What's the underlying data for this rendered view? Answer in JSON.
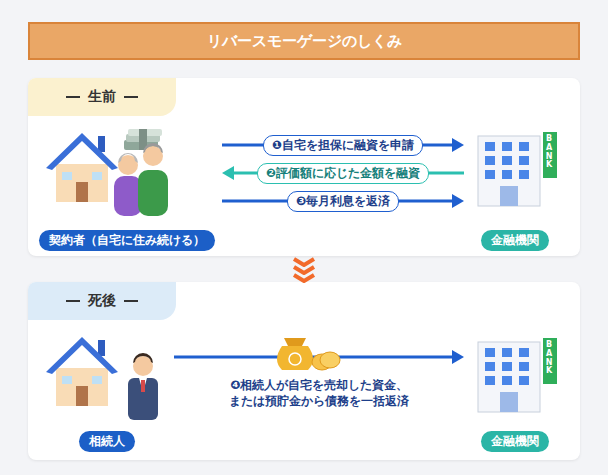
{
  "diagram": {
    "title": "リバースモーゲージのしくみ",
    "nodes": [
      {
        "text": [
          "生前"
        ]
      },
      {
        "text": [
          "契約者（自宅に住み続ける）"
        ],
        "in": 0
      },
      {
        "text": [
          "金融機関"
        ],
        "in": 0
      },
      {
        "text": [
          "死後"
        ]
      },
      {
        "text": [
          "相続人"
        ],
        "in": 3
      },
      {
        "text": [
          "金融機関"
        ],
        "in": 3
      }
    ],
    "edges": [
      {
        "from": 1,
        "to": 2,
        "arrow": "to",
        "label": "❶自宅を担保に融資を申請"
      },
      {
        "from": 2,
        "to": 1,
        "arrow": "to",
        "label": "❷評価額に応じた金額を融資"
      },
      {
        "from": 1,
        "to": 2,
        "arrow": "to",
        "label": "❸毎月利息を返済"
      },
      {
        "from": 4,
        "to": 5,
        "arrow": "to",
        "label": "❹相続人が自宅を売却した資金、 または預貯金から債務を一括返済"
      }
    ],
    "labels": [
      "BANK",
      "BANK"
    ]
  }
}
